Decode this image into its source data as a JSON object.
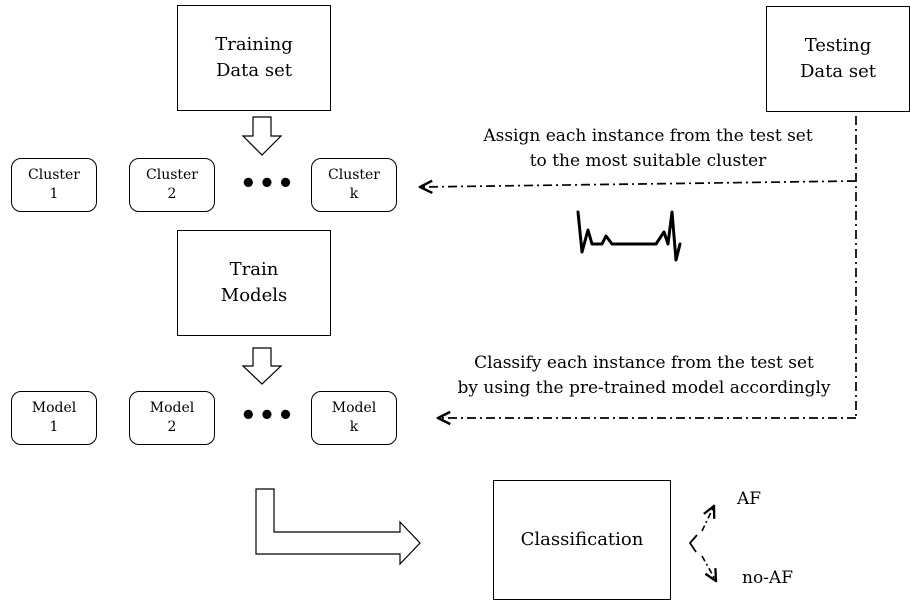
{
  "training_box": {
    "label": "Training\nData set"
  },
  "testing_box": {
    "label": "Testing\nData set"
  },
  "clusters": [
    {
      "label": "Cluster\n1"
    },
    {
      "label": "Cluster\n2"
    },
    {
      "label": "Cluster\nk"
    }
  ],
  "cluster_ellipsis": "•••",
  "train_box": {
    "label": "Train\nModels"
  },
  "models": [
    {
      "label": "Model\n1"
    },
    {
      "label": "Model\n2"
    },
    {
      "label": "Model\nk"
    }
  ],
  "model_ellipsis": "•••",
  "assign_note": "Assign each instance from the test set\nto the most suitable cluster",
  "classify_note": "Classify each instance from the test set\nby using the pre-trained model accordingly",
  "classification_box": {
    "label": "Classification"
  },
  "outputs": {
    "af": "AF",
    "no_af": "no-AF"
  },
  "icons": {
    "signal": "ecg-signal-icon"
  }
}
